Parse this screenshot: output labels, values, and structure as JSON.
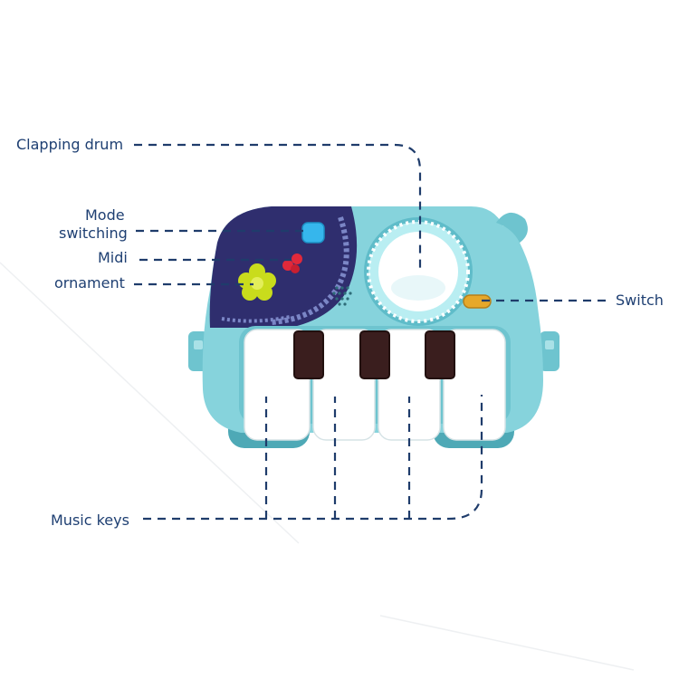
{
  "labels": {
    "clapping_drum": "Clapping drum",
    "mode_switching_line1": "Mode",
    "mode_switching_line2": "switching",
    "midi": "Midi",
    "ornament": "ornament",
    "switch": "Switch",
    "music_keys": "Music keys"
  },
  "colors": {
    "body": "#7ecfd8",
    "body_dark": "#5fb6c2",
    "panel": "#2e2d6b",
    "drum": "#ffffff",
    "keys_white": "#ffffff",
    "keys_black": "#3b1f1f",
    "mode_button": "#33b5ea",
    "ornament_flower": "#c8dc1e",
    "midi_dots": "#e0283a",
    "switch": "#e8a92c",
    "leader_line": "#1f3c6b",
    "label_text": "#1e3f72"
  },
  "icons": [
    "flower-ornament-icon",
    "midi-notes-icon",
    "speaker-grille-icon"
  ]
}
